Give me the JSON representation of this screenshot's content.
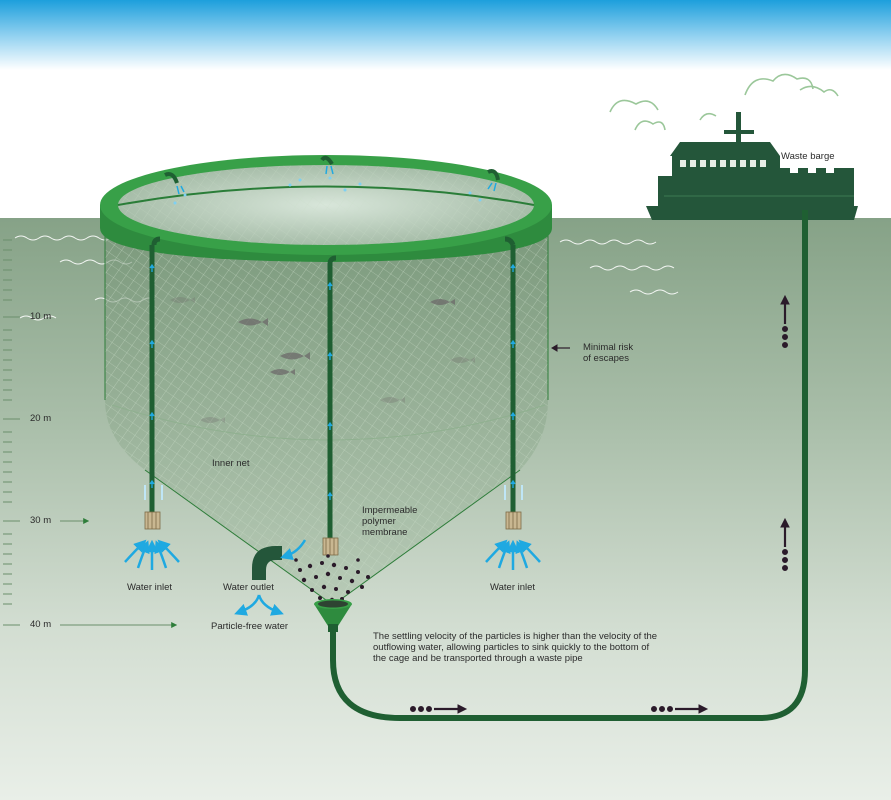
{
  "labels": {
    "waste_barge": "Waste barge",
    "minimal_risk": [
      "Minimal risk",
      "of escapes"
    ],
    "inner_net": "Inner net",
    "membrane": [
      "Impermeable",
      "polymer",
      "membrane"
    ],
    "water_inlet_left": "Water inlet",
    "water_inlet_right": "Water inlet",
    "water_outlet": "Water outlet",
    "particle_free": "Particle-free water",
    "settling_note": [
      "The settling velocity of the particles is higher than the velocity of the",
      "outflowing water, allowing particles to sink quickly to the bottom of",
      "the cage and be transported through a waste pipe"
    ]
  },
  "depths": [
    "10 m",
    "20 m",
    "30 m",
    "40 m"
  ],
  "colors": {
    "sky_top": "#2aa8e0",
    "sea": "#8ea98f",
    "sea_deep": "#dde6dc",
    "cage_green": "#2e8b3e",
    "pipe_green": "#1f5f32",
    "water_blue": "#1fa9e1",
    "barge": "#24563a",
    "arrow_dark": "#2b1b2a"
  }
}
